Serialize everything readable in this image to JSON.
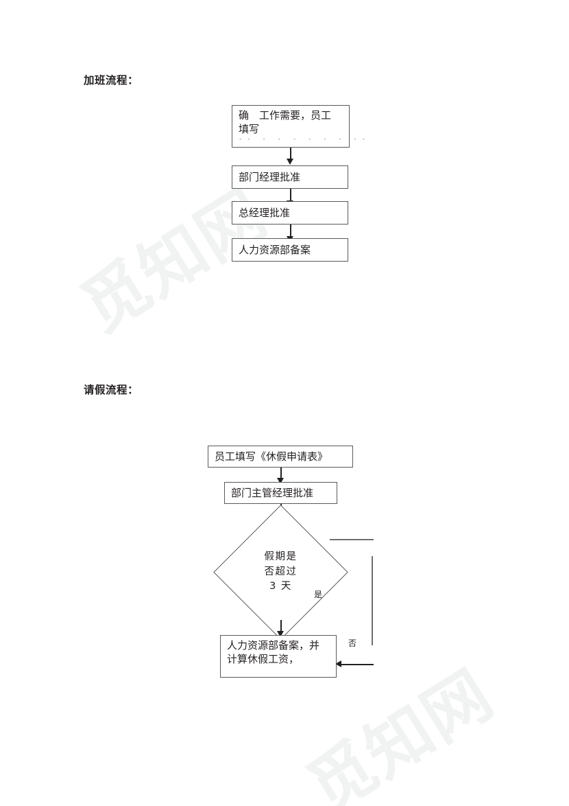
{
  "document": {
    "background_color": "#ffffff",
    "text_color": "#231f20",
    "line_color": "#58595b",
    "watermark_color": "#f1f2f2",
    "watermark_text": "觅知网"
  },
  "sections": [
    {
      "heading": "加班流程：",
      "flow": {
        "nodes": [
          {
            "id": "ot-1",
            "shape": "box",
            "text": "确　工作需要，员工\n填写",
            "ghost_text": "•• •  •   •   •  •   •  ••"
          },
          {
            "id": "ot-2",
            "shape": "box",
            "text": "部门经理批准"
          },
          {
            "id": "ot-3",
            "shape": "box",
            "text": "总经理批准"
          },
          {
            "id": "ot-4",
            "shape": "box",
            "text": "人力资源部备案"
          }
        ]
      }
    },
    {
      "heading": "请假流程：",
      "flow": {
        "nodes": [
          {
            "id": "lv-1",
            "shape": "box",
            "text": "员工填写《休假申请表》"
          },
          {
            "id": "lv-2",
            "shape": "box",
            "text": "部门主管经理批准"
          },
          {
            "id": "lv-3",
            "shape": "diamond",
            "text": "假期是\n否超过\n3 天"
          },
          {
            "id": "lv-4",
            "shape": "box",
            "text": "人力资源部备案，并\n计算休假工资，"
          }
        ],
        "edge_labels": [
          {
            "id": "label-yes",
            "text": "是"
          },
          {
            "id": "label-no",
            "text": "否"
          }
        ]
      }
    }
  ]
}
